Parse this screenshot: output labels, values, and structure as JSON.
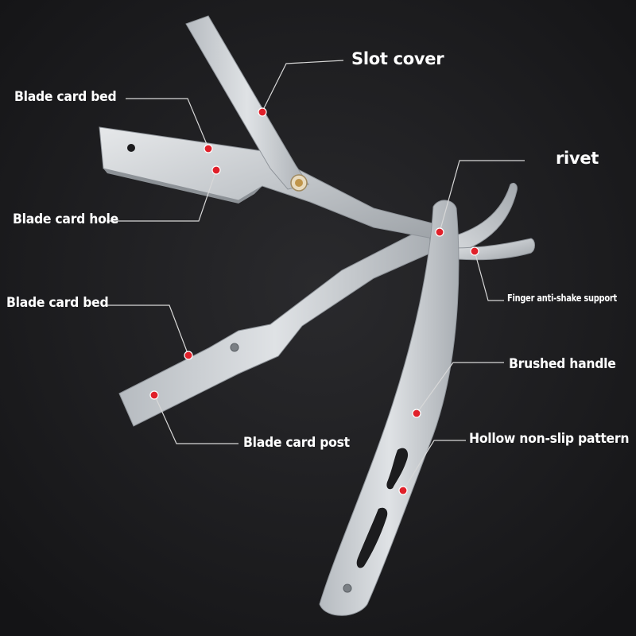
{
  "diagram": {
    "labels": {
      "slot_cover": "Slot cover",
      "blade_card_bed_top": "Blade card bed",
      "blade_card_hole": "Blade card hole",
      "rivet": "rivet",
      "blade_card_bed_lower": "Blade card bed",
      "finger_support": "Finger anti-shake support",
      "brushed_handle": "Brushed handle",
      "blade_card_post": "Blade card post",
      "hollow_pattern": "Hollow non-slip pattern"
    },
    "colors": {
      "background": "#1c1c1e",
      "metal": "#c9cdd1",
      "marker": "#e0202a",
      "leader": "#d8d8d8",
      "text": "#ffffff"
    }
  }
}
